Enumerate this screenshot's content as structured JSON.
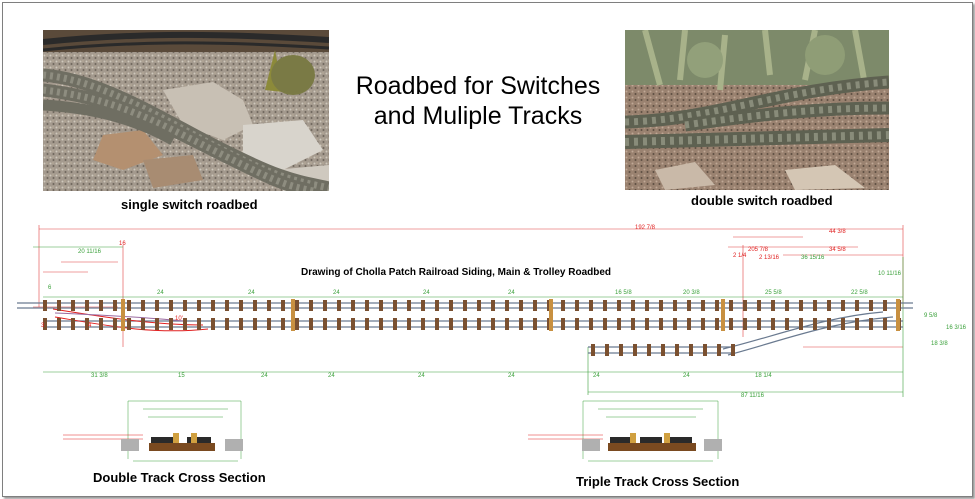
{
  "title_line1": "Roadbed for Switches",
  "title_line2": "and Muliple Tracks",
  "photos": {
    "left_caption": "single switch roadbed",
    "right_caption": "double switch roadbed"
  },
  "drawing": {
    "title": "Drawing of Cholla Patch Railroad Siding, Main & Trolley Roadbed",
    "dimensions_top": [
      "192 7/8",
      "44 3/8",
      "205 7/8",
      "34 5/8",
      "2 13/16",
      "36 15/16",
      "10 11/16",
      "20 11/16",
      "16",
      "2 1/4"
    ],
    "dimensions_track": [
      "24",
      "24",
      "24",
      "24",
      "24",
      "16 5/8",
      "20 3/8",
      "25 5/8",
      "22 5/8"
    ],
    "dimensions_bottom": [
      "31 3/8",
      "15",
      "24",
      "24",
      "24",
      "24",
      "24",
      "24",
      "18 1/4",
      "87 11/16"
    ],
    "misc_labels": [
      "10'",
      "6",
      "4",
      "3",
      "9 5/8",
      "16 3/16",
      "18 3/8"
    ]
  },
  "sections": {
    "double_title": "Double Track Cross Section",
    "triple_title": "Triple Track Cross Section"
  }
}
